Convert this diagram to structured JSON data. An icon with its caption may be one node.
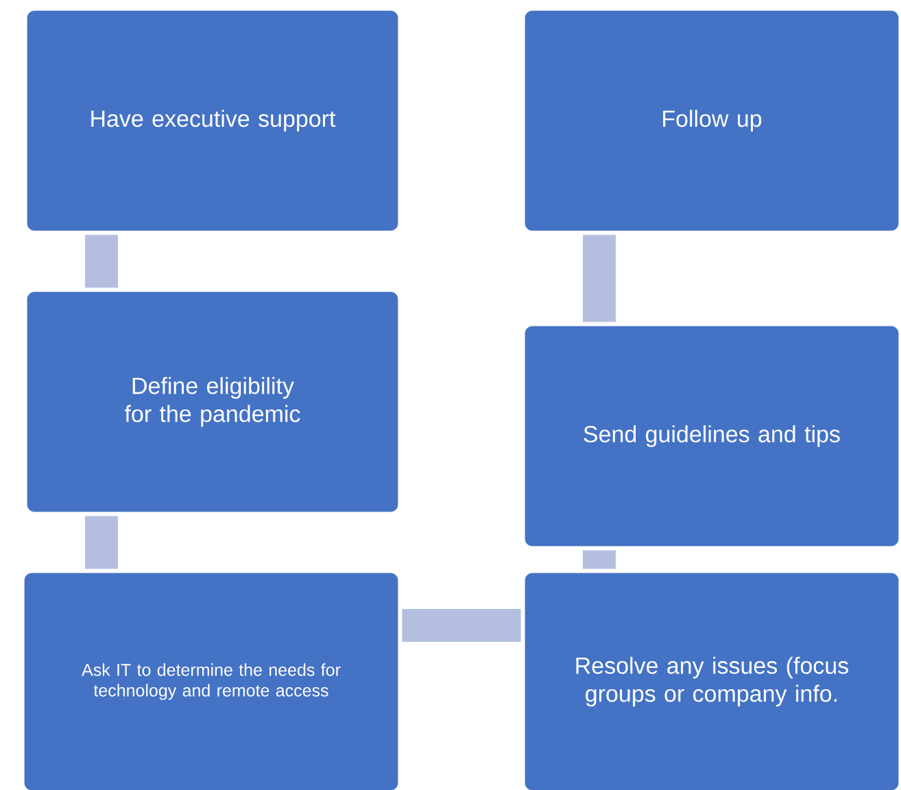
{
  "diagram": {
    "nodes": [
      {
        "text": [
          "Have executive support"
        ]
      },
      {
        "text": [
          "Define eligibility for the pandemic"
        ]
      },
      {
        "text": [
          "Ask IT to determine the needs for technology and remote access"
        ]
      },
      {
        "text": [
          "Resolve any issues (focus groups or company info."
        ]
      },
      {
        "text": [
          "Send guidelines and tips"
        ]
      },
      {
        "text": [
          "Follow up"
        ]
      }
    ],
    "edges": [
      {
        "from": 0,
        "to": 1,
        "arrow": "none"
      },
      {
        "from": 1,
        "to": 2,
        "arrow": "none"
      },
      {
        "from": 2,
        "to": 3,
        "arrow": "none"
      },
      {
        "from": 3,
        "to": 4,
        "arrow": "none"
      },
      {
        "from": 4,
        "to": 5,
        "arrow": "none"
      }
    ]
  }
}
